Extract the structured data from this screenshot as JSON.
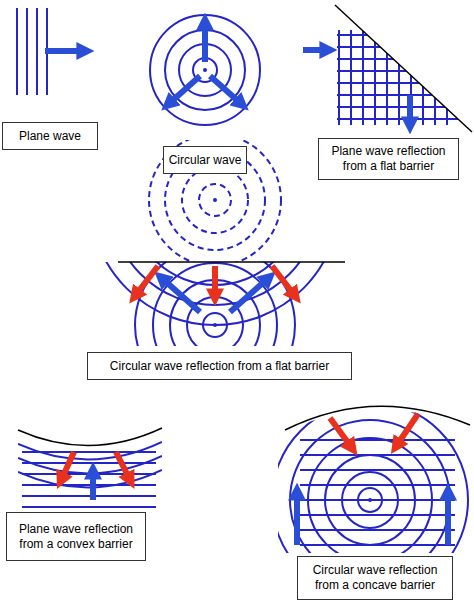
{
  "diagram": {
    "nodes": [
      {
        "text": [
          "Plane wave"
        ]
      },
      {
        "text": [
          "Circular wave"
        ]
      },
      {
        "text": [
          "Plane wave reflection from a flat barrier"
        ]
      },
      {
        "text": [
          "Circular wave reflection from a flat barrier"
        ]
      },
      {
        "text": [
          "Plane wave reflection from a convex barrier"
        ]
      },
      {
        "text": [
          "Circular wave reflection from a concave barrier"
        ]
      }
    ]
  }
}
